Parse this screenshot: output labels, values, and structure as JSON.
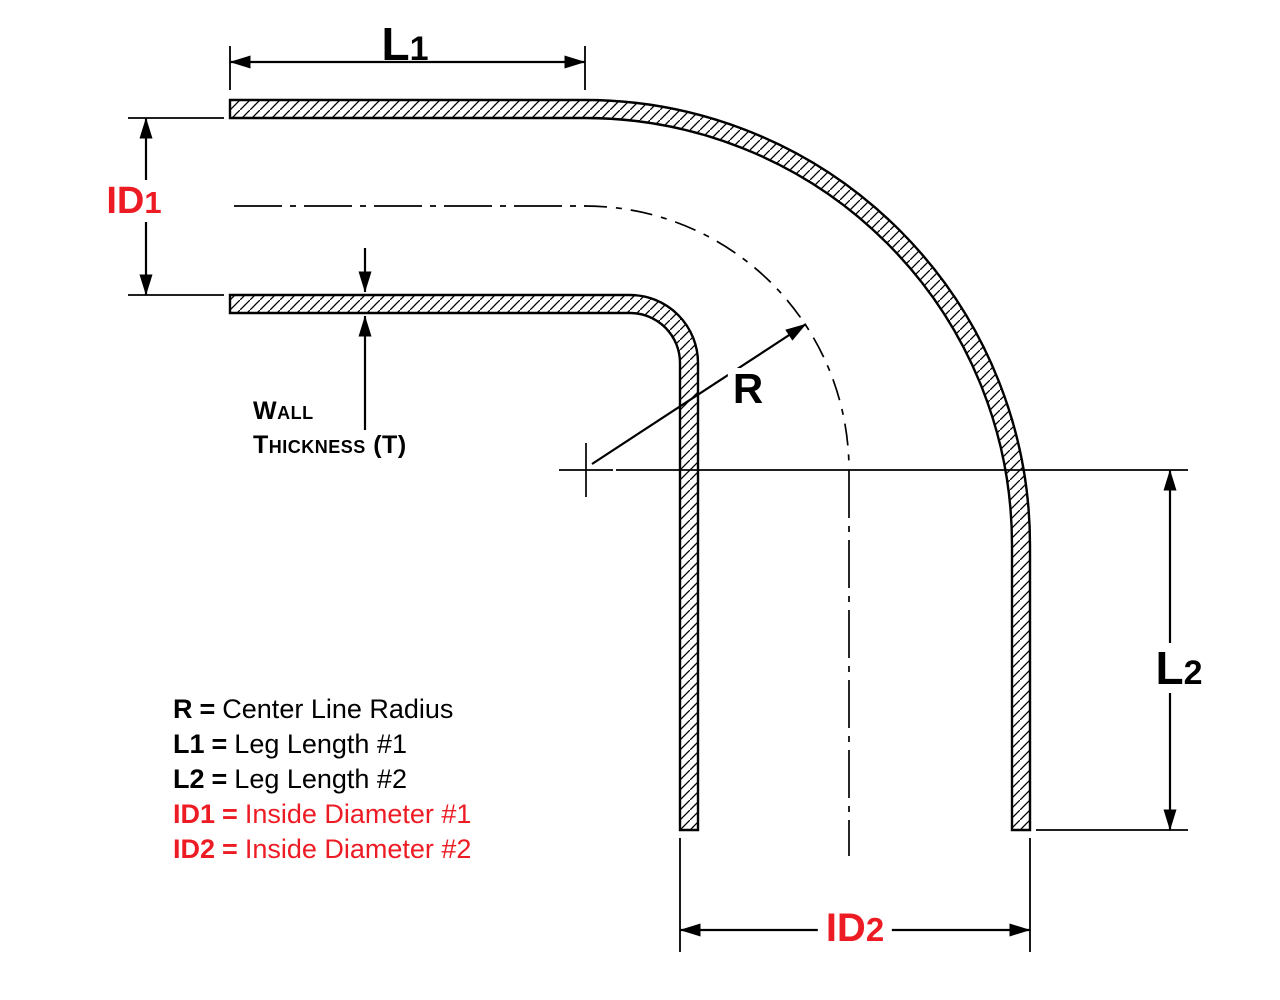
{
  "colors": {
    "line": "#000000",
    "label_red": "#ed1c24",
    "background": "#ffffff"
  },
  "labels": {
    "l1": {
      "main": "L",
      "sub": "1"
    },
    "id1": {
      "main": "ID",
      "sub": "1"
    },
    "r": "R",
    "wall_line1": "Wall",
    "wall_line2": "Thickness (T)",
    "l2": {
      "main": "L",
      "sub": "2"
    },
    "id2": {
      "main": "ID",
      "sub": "2"
    }
  },
  "legend": {
    "equals": "=",
    "items": [
      {
        "term": "R",
        "definition": "Center Line Radius"
      },
      {
        "term": "L1",
        "definition": "Leg Length #1"
      },
      {
        "term": "L2",
        "definition": "Leg Length #2"
      },
      {
        "term": "ID1",
        "definition": "Inside Diameter #1"
      },
      {
        "term": "ID2",
        "definition": "Inside Diameter #2"
      }
    ]
  }
}
